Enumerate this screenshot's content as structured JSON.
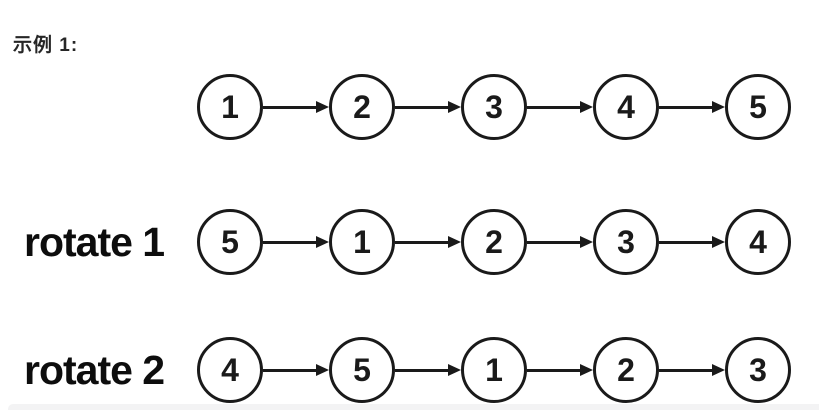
{
  "title": {
    "text": "示例 1:"
  },
  "diagram": {
    "type": "linked-list-rotation",
    "rows": [
      {
        "label": "",
        "nodes": [
          "1",
          "2",
          "3",
          "4",
          "5"
        ]
      },
      {
        "label": "rotate 1",
        "nodes": [
          "5",
          "1",
          "2",
          "3",
          "4"
        ]
      },
      {
        "label": "rotate 2",
        "nodes": [
          "4",
          "5",
          "1",
          "2",
          "3"
        ]
      }
    ]
  },
  "icons": {
    "arrow": "arrow-right-icon"
  },
  "colors": {
    "background": "#ffffff",
    "stroke": "#1a1a1a",
    "title_text": "#262626",
    "label_text": "#0d0d0d",
    "divider": "#f3f3f4"
  }
}
